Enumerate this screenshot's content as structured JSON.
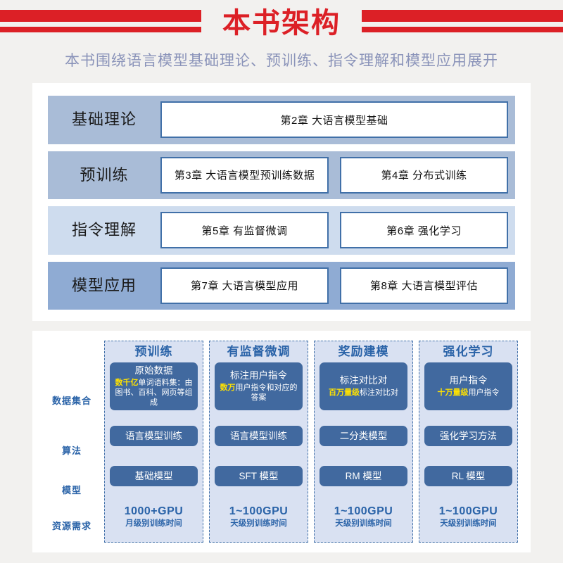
{
  "header": {
    "title": "本书架构",
    "subtitle": "本书围绕语言模型基础理论、预训练、指令理解和模型应用展开",
    "accent_color": "#dc2026",
    "subtitle_color": "#8a93b9"
  },
  "architecture": {
    "rows": [
      {
        "label": "基础理论",
        "band_color": "#a9bcd7",
        "boxes": [
          "第2章  大语言模型基础"
        ]
      },
      {
        "label": "预训练",
        "band_color": "#a9bcd7",
        "boxes": [
          "第3章  大语言模型预训练数据",
          "第4章  分布式训练"
        ]
      },
      {
        "label": "指令理解",
        "band_color": "#cedcee",
        "boxes": [
          "第5章  有监督微调",
          "第6章  强化学习"
        ]
      },
      {
        "label": "模型应用",
        "band_color": "#8fabd3",
        "boxes": [
          "第7章  大语言模型应用",
          "第8章  大语言模型评估"
        ]
      }
    ]
  },
  "pipeline": {
    "row_labels": [
      "数据集合",
      "算法",
      "模型",
      "资源需求"
    ],
    "label_color": "#2a63a8",
    "pill_color": "#41699f",
    "highlight_color": "#ffe200",
    "columns": [
      {
        "title": "预训练",
        "data": {
          "head": "原始数据",
          "hl": "数千亿",
          "rest": "单词语料集：由图书、百科、网页等组成"
        },
        "algorithm": "语言模型训练",
        "model": "基础模型",
        "resource_main": "1000+GPU",
        "resource_sub": "月级别训练时间"
      },
      {
        "title": "有监督微调",
        "data": {
          "head": "标注用户指令",
          "hl": "数万",
          "rest": "用户指令和对应的答案"
        },
        "algorithm": "语言模型训练",
        "model": "SFT 模型",
        "resource_main": "1~100GPU",
        "resource_sub": "天级别训练时间"
      },
      {
        "title": "奖励建模",
        "data": {
          "head": "标注对比对",
          "hl": "百万量级",
          "rest": "标注对比对"
        },
        "algorithm": "二分类模型",
        "model": "RM 模型",
        "resource_main": "1~100GPU",
        "resource_sub": "天级别训练时间"
      },
      {
        "title": "强化学习",
        "data": {
          "head": "用户指令",
          "hl": "十万量级",
          "rest": "用户指令"
        },
        "algorithm": "强化学习方法",
        "model": "RL 模型",
        "resource_main": "1~100GPU",
        "resource_sub": "天级别训练时间"
      }
    ]
  }
}
